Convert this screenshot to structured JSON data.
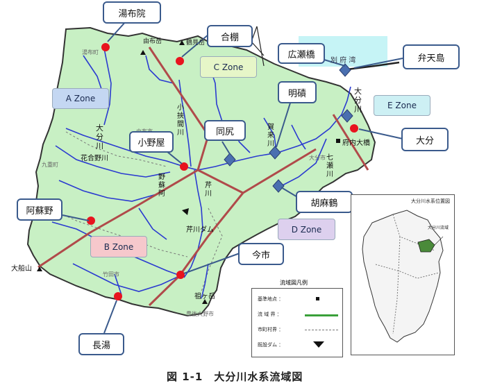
{
  "caption": "図 1-1　大分川水系流域図",
  "callouts": {
    "yufuin": "湯布院",
    "gohoko": "合棚",
    "hirosebashi": "広瀬橋",
    "bentenjima": "弁天島",
    "myoseki": "明磧",
    "dojiri": "同尻",
    "onoya": "小野屋",
    "oita": "大分",
    "gomazuru": "胡麻鶴",
    "asono": "阿蘇野",
    "imaichi": "今市",
    "nagayu": "長湯"
  },
  "zones": {
    "a": "A Zone",
    "b": "B Zone",
    "c": "C Zone",
    "d": "D Zone",
    "e": "E Zone"
  },
  "map_labels": {
    "yufudake": "由布岳",
    "tsurumidake": "鶴見岳",
    "beppu_wan": "別 府 湾",
    "oita_gawa_e": "大\n分\n川",
    "oita_gawa_w": "大\n分\n川",
    "hanaaino": "花合野川",
    "onokawa": "小\n挾\n間\n川",
    "asogawa": "野\n蘇\n阿",
    "serikawa": "芹\n川",
    "kemachi": "賀\n来\n川",
    "nanase": "七\n瀬\n川",
    "serikawa_dam": "芹川ダム",
    "funaiohashi": "府内大橋",
    "ofunayama": "大船山",
    "sobo": "祖ヶ岳",
    "kokonoe": "九重町",
    "yufu_shi": "由布市",
    "taketa": "竹田市",
    "bungo_ono": "豊後大野市",
    "yufu_town": "湯布町",
    "oita_shi": "大分市"
  },
  "legend": {
    "title": "流域図凡例",
    "base_point": "基準地点",
    "basin_boundary": "流 域 界",
    "municipal_boundary": "市町村界",
    "existing_dam": "既設ダム"
  },
  "inset": {
    "title": "大分川水系位置図",
    "marker": "大分川流域"
  },
  "colors": {
    "land": "#c8f0c4",
    "zone_line": "#b04a4a",
    "river": "#2a3ad0",
    "point": "#e8141e",
    "diamond": "#4a6fb0",
    "sea": "#c6f4f6"
  }
}
